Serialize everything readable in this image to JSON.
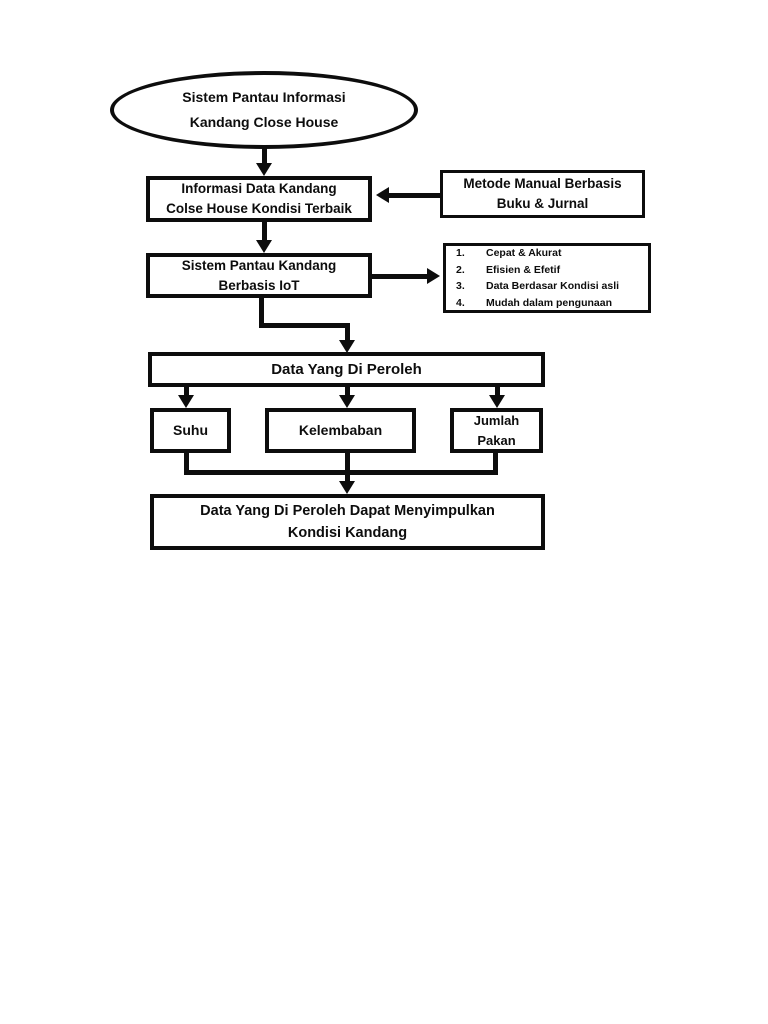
{
  "page": {
    "background_color": "#ffffff",
    "ink_color": "#0d0d0d"
  },
  "flowchart": {
    "start_ellipse": {
      "line1": "Sistem Pantau Informasi",
      "line2": "Kandang Close House"
    },
    "info_box": {
      "line1": "Informasi Data Kandang",
      "line2": "Colse House Kondisi Terbaik"
    },
    "metode_box": {
      "line1": "Metode Manual Berbasis",
      "line2": "Buku & Jurnal"
    },
    "iot_box": {
      "line1": "Sistem Pantau Kandang",
      "line2": "Berbasis IoT"
    },
    "benefits_box": {
      "items": [
        {
          "num": "1.",
          "text": "Cepat & Akurat"
        },
        {
          "num": "2.",
          "text": "Efisien & Efetif"
        },
        {
          "num": "3.",
          "text": "Data Berdasar Kondisi asli"
        },
        {
          "num": "4.",
          "text": "Mudah dalam pengunaan"
        }
      ]
    },
    "data_box": {
      "label": "Data Yang Di Peroleh"
    },
    "suhu_box": {
      "label": "Suhu"
    },
    "kelembaban_box": {
      "label": "Kelembaban"
    },
    "jumlah_box": {
      "line1": "Jumlah",
      "line2": "Pakan"
    },
    "conclusion_box": {
      "line1": "Data Yang Di Peroleh Dapat Menyimpulkan",
      "line2": "Kondisi Kandang"
    }
  }
}
